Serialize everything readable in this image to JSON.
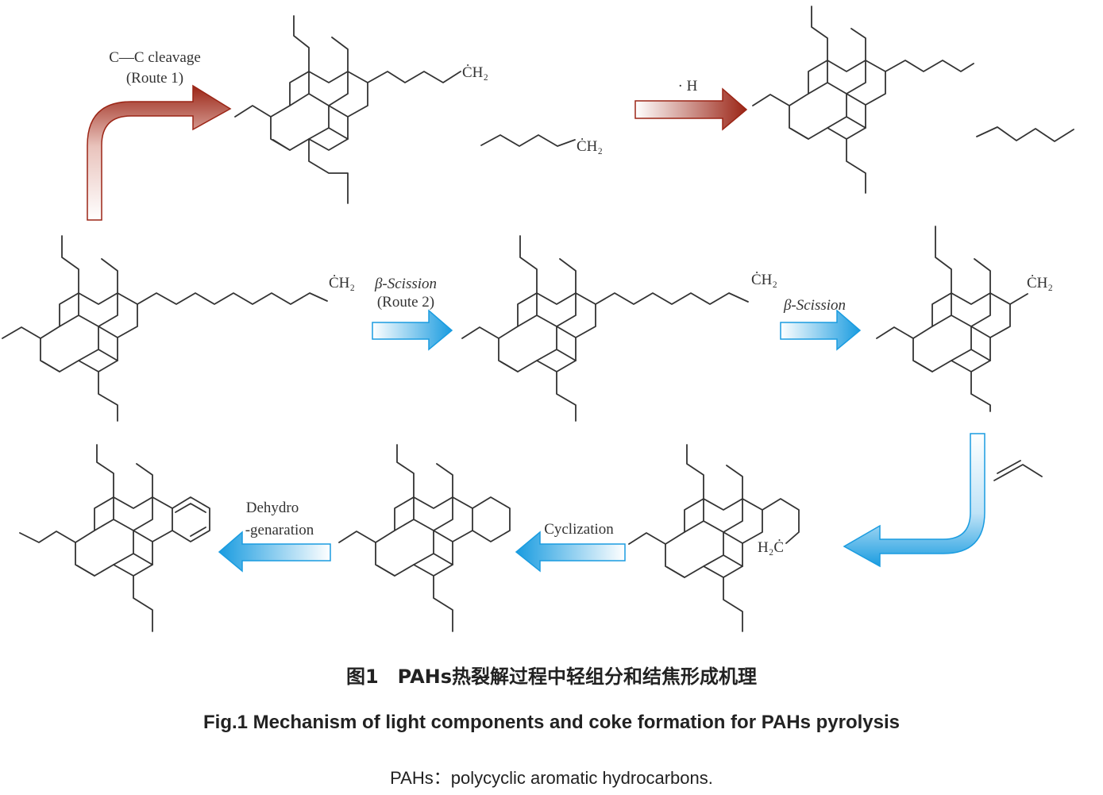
{
  "labels": {
    "cc_cleavage": "C—C cleavage",
    "route1": "(Route 1)",
    "h_radical": "· H",
    "beta_scission_route2": "β-Scission",
    "route2": "(Route 2)",
    "beta_scission": "β-Scission",
    "cyclization": "Cyclization",
    "dehydro": "Dehydro",
    "genaration": "-genaration",
    "ch2_radical": "ĊH₂",
    "h2c_radical": "H₂Ċ"
  },
  "colors": {
    "route1_arrow": "#9b2516",
    "route2_arrow": "#1a9ce0",
    "bond": "#333333"
  },
  "caption": {
    "chinese": "图1　PAHs热裂解过程中轻组分和结焦形成机理",
    "english": "Fig.1   Mechanism of light components and coke formation for PAHs pyrolysis",
    "note": "PAHs：polycyclic aromatic hydrocarbons."
  }
}
